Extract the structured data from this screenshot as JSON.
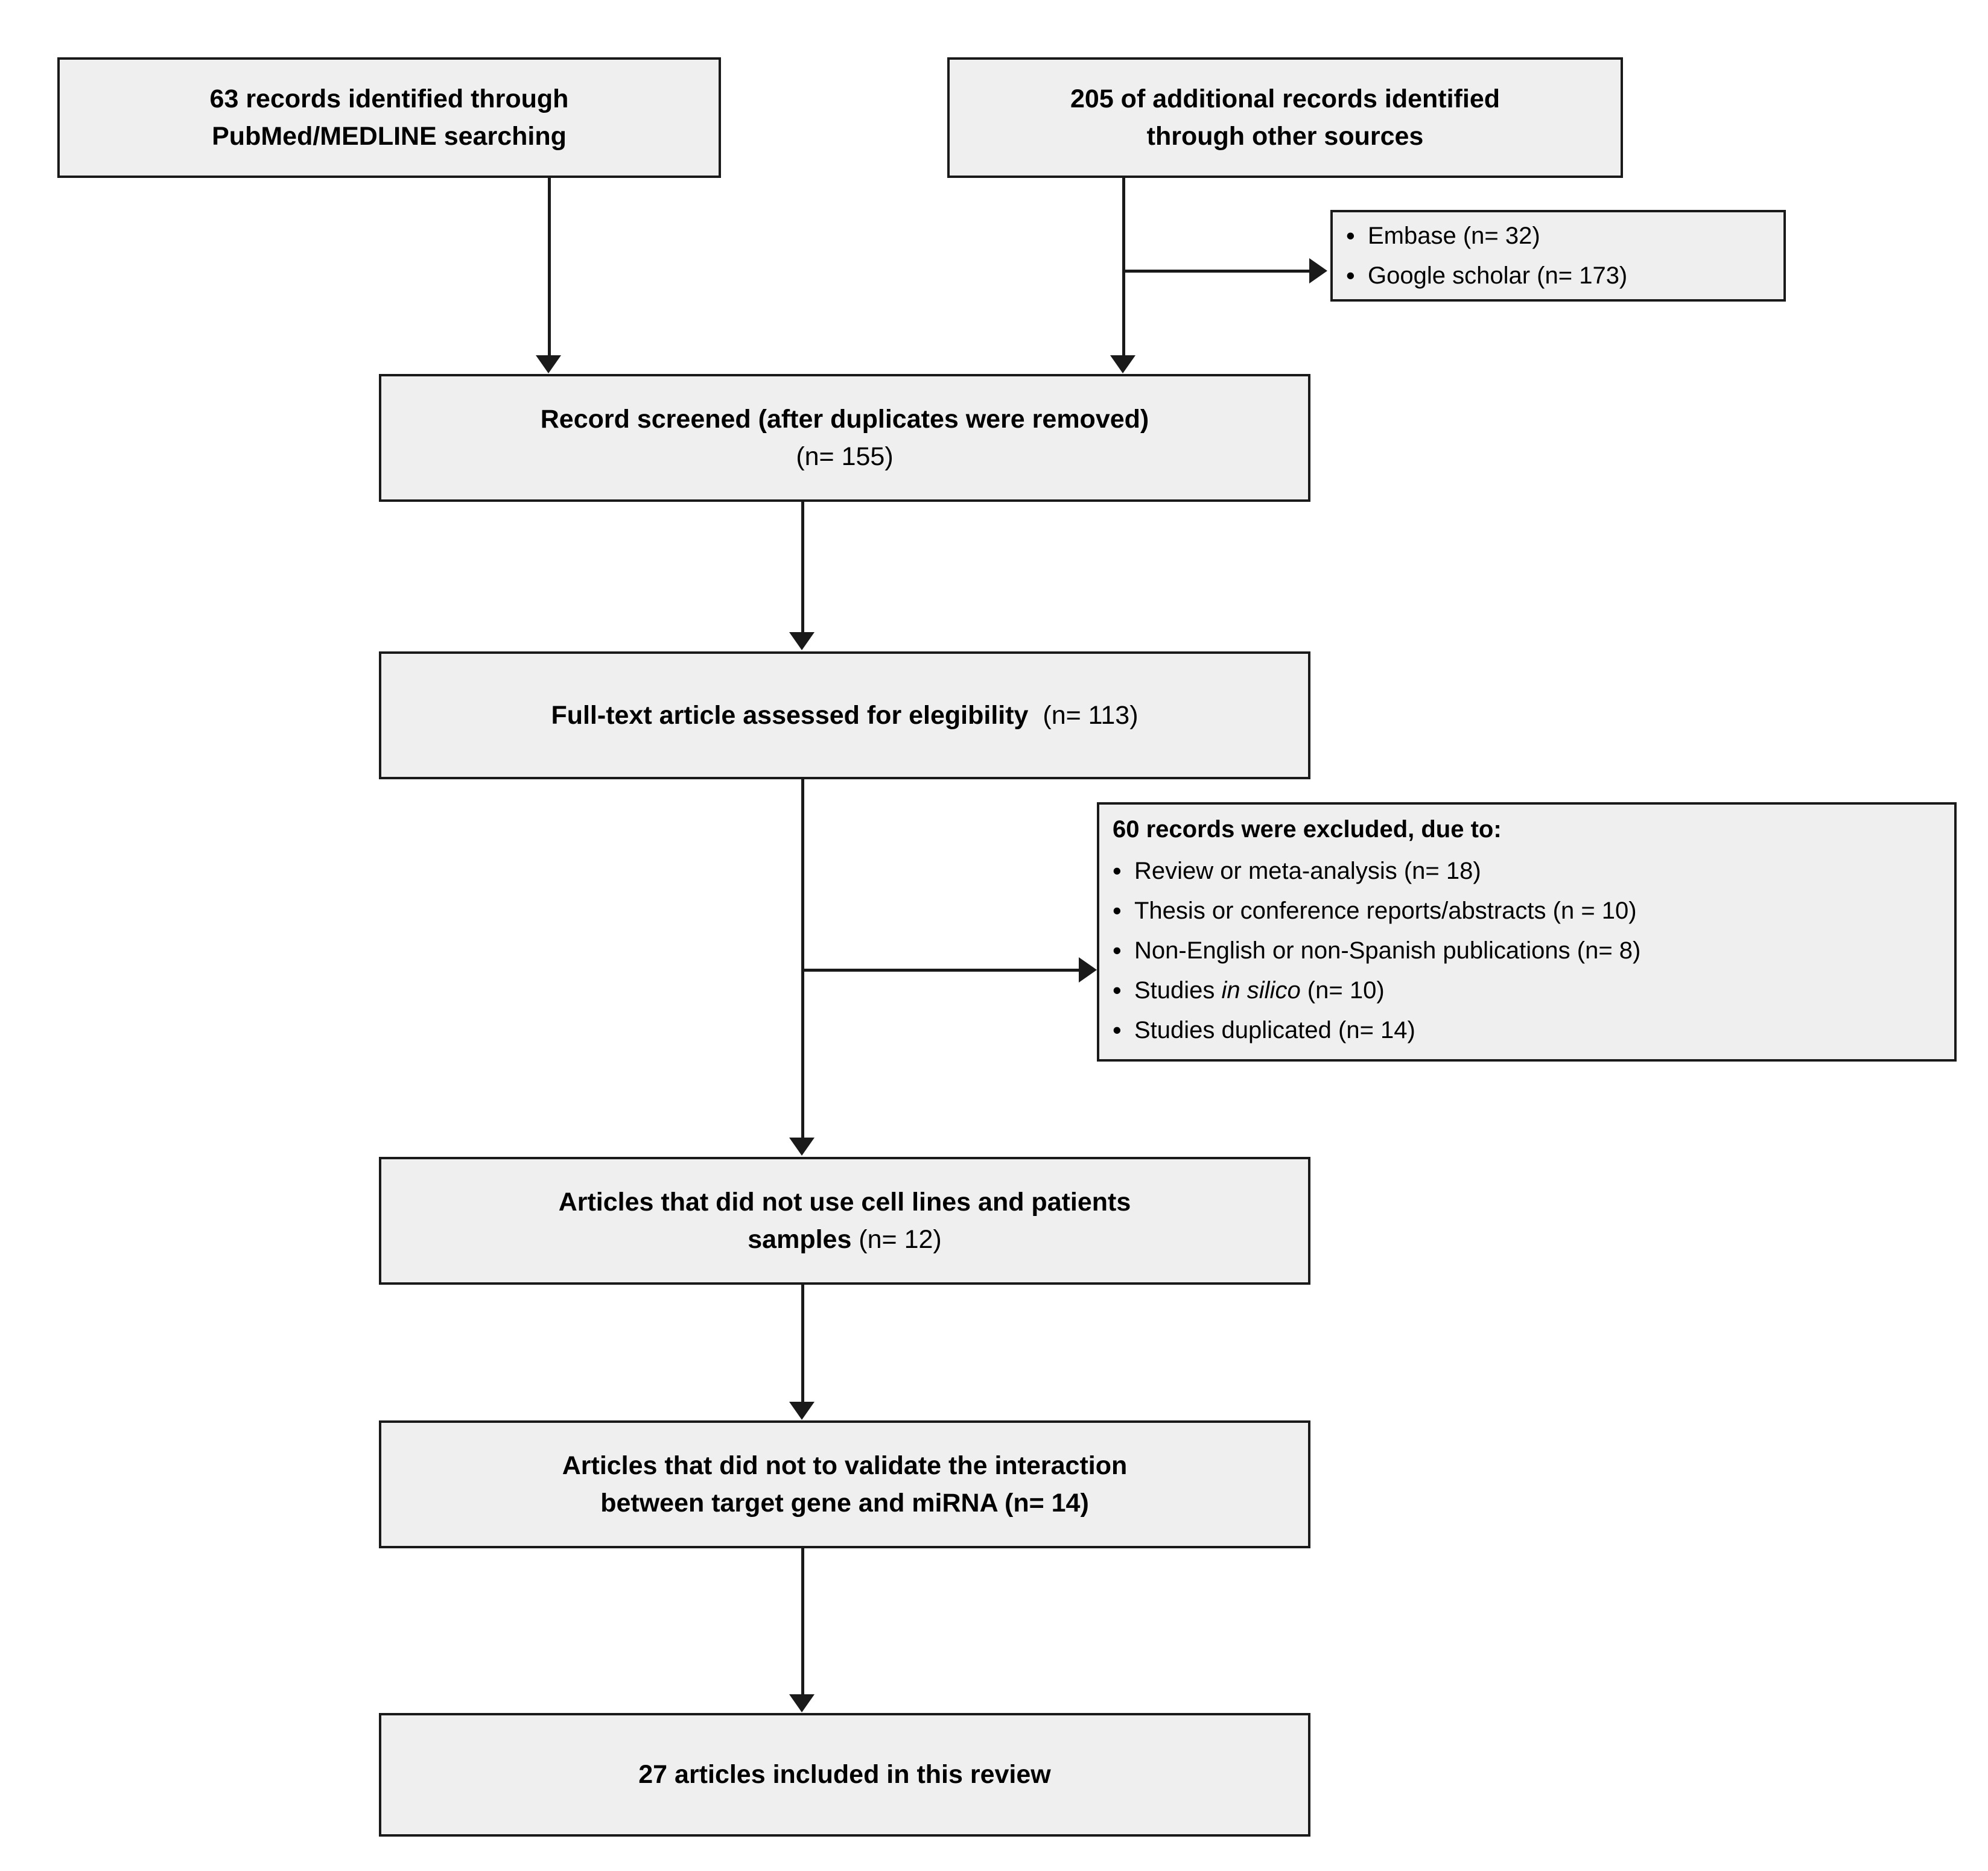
{
  "diagram": {
    "type": "prisma-flow-diagram",
    "palette": {
      "box_fill": "#efefef",
      "box_border": "#1a1a1a",
      "connector": "#1a1a1a",
      "page_background": "#ffffff",
      "text": "#000000"
    },
    "identification": {
      "source_database_box": {
        "line1": "63 records identified through",
        "line2": "PubMed/MEDLINE searching",
        "count": 63
      },
      "other_sources_box": {
        "line1": "205 of additional  records identified",
        "line2": "through other sources",
        "count": 205
      },
      "other_sources_breakdown": {
        "items": [
          "Embase (n= 32)",
          "Google scholar (n= 173)"
        ],
        "counts": [
          32,
          173
        ]
      }
    },
    "screening": {
      "screened_box": {
        "line1": "Record screened (after duplicates were removed)",
        "line2": "(n= 155)",
        "count": 155
      }
    },
    "eligibility": {
      "fulltext_box": {
        "label": "Full-text article assessed for elegibility",
        "count_label": "(n= 113)",
        "count": 113
      },
      "excluded_box": {
        "title": "60 records were excluded, due to:",
        "total": 60,
        "reasons": [
          {
            "text": "Review or meta-analysis (n= 18)",
            "count": 18,
            "italic_part": ""
          },
          {
            "text": "Thesis or conference reports/abstracts (n = 10)",
            "count": 10,
            "italic_part": ""
          },
          {
            "text": "Non-English or non-Spanish publications (n=  8)",
            "count": 8,
            "italic_part": ""
          },
          {
            "text": "Studies in silico (n= 10)",
            "count": 10,
            "italic_part": "in silico",
            "prefix": "Studies ",
            "suffix": " (n= 10)"
          },
          {
            "text": "Studies duplicated (n= 14)",
            "count": 14,
            "italic_part": ""
          }
        ]
      }
    },
    "exclusion_steps": {
      "no_cell_lines_box": {
        "line1": "Articles that did not use cell lines and patients",
        "line2_bold": "samples",
        "line2_reg": " (n= 12)",
        "count": 12
      },
      "no_validation_box": {
        "line1": "Articles that did not to validate the interaction",
        "line2": "between target gene and miRNA (n= 14)",
        "count": 14
      }
    },
    "included": {
      "final_box": {
        "label": "27 articles included in this review",
        "count": 27
      }
    }
  }
}
